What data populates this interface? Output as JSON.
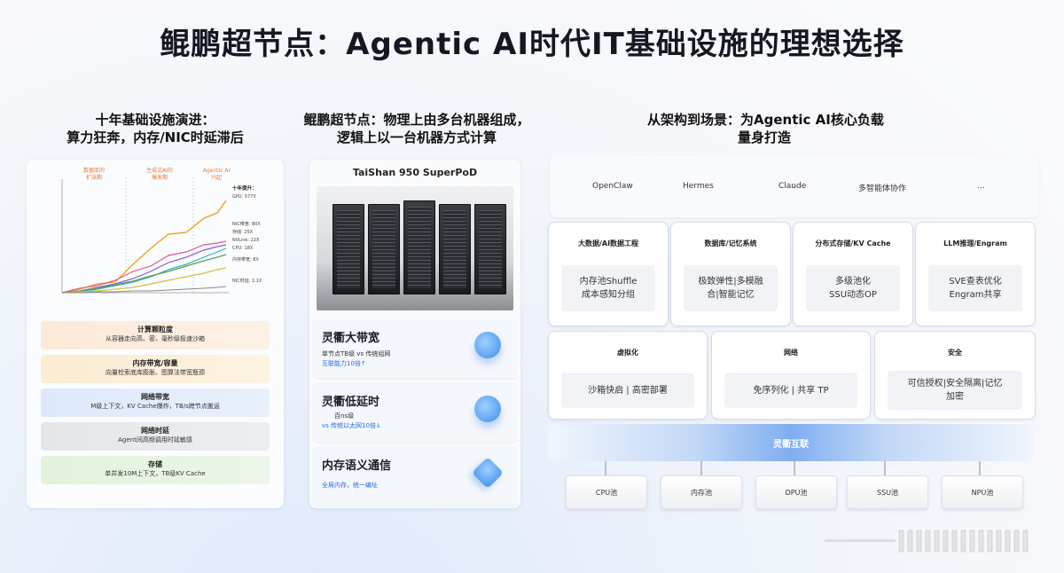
{
  "title": "鲲鹏超节点：Agentic AI时代IT基础设施的理想选择",
  "left": {
    "heading_line1": "十年基础设施演进：",
    "heading_line2": "算力狂奔，内存/NIC时延滞后",
    "chart": {
      "phase_labels": [
        {
          "line1": "数据库的",
          "line2": "扩张期"
        },
        {
          "line1": "生成式AI的",
          "line2": "爆发期"
        },
        {
          "line1": "Agentic AI",
          "line2": "兴起"
        }
      ],
      "right_labels": [
        "十年提升：",
        "GPU: 577X",
        "NIC带宽: 80X",
        "存储: 25X",
        "NVLink: 22X",
        "CPU: 18X",
        "内存带宽: 8X",
        "NIC时延: 1.1X"
      ]
    },
    "rows": [
      {
        "title": "计算颗粒度",
        "sub": "从容器走向高、密、毫秒级极速沙箱"
      },
      {
        "title": "内存带宽/容量",
        "sub": "向量检索底库膨胀、图算法带宽瓶颈"
      },
      {
        "title": "网络带宽",
        "sub": "M级上下文，KV Cache爆炸，TB/s跨节点搬运"
      },
      {
        "title": "网络时延",
        "sub": "Agent间高频调用时延敏感"
      },
      {
        "title": "存储",
        "sub": "单并发10M上下文，TB级KV Cache"
      }
    ]
  },
  "middle": {
    "heading_line1": "鲲鹏超节点：物理上由多台机器组成，",
    "heading_line2": "逻辑上以一台机器方式计算",
    "product": "TaiShan 950 SuperPoD",
    "features": [
      {
        "title": "灵衢大带宽",
        "sub1": "单节点TB级 vs 传统组网",
        "sub2": "互联能力10倍↑"
      },
      {
        "title": "灵衢低延时",
        "sub1": "百ns级",
        "sub2": "vs 传统以太网10倍↓"
      },
      {
        "title": "内存语义通信",
        "sub1": "",
        "sub2": "全局内存，统一编址"
      }
    ]
  },
  "right": {
    "heading_line1": "从架构到场景：为Agentic AI核心负载",
    "heading_line2": "量身打造",
    "top_items": [
      "OpenClaw",
      "Hermes",
      "Claude",
      "多智能体协作",
      "..."
    ],
    "cards_row1": [
      {
        "title": "大数据/AI数据工程",
        "line1": "内存池Shuffle",
        "line2": "成本感知分组"
      },
      {
        "title": "数据库/记忆系统",
        "line1": "极致弹性|多模融",
        "line2": "合|智能记忆"
      },
      {
        "title": "分布式存储/KV Cache",
        "line1": "多级池化",
        "line2": "SSU动态OP"
      },
      {
        "title": "LLM推理/Engram",
        "line1": "SVE查表优化",
        "line2": "Engram共享"
      }
    ],
    "cards_row2": [
      {
        "title": "虚拟化",
        "line1": "沙箱快启 | 高密部署",
        "line2": ""
      },
      {
        "title": "网络",
        "line1": "免序列化 | 共享 TP",
        "line2": ""
      },
      {
        "title": "安全",
        "line1": "可信授权|安全隔离|记忆",
        "line2": "加密"
      }
    ],
    "interconnect": "灵衢互联",
    "pools": [
      "CPU池",
      "内存池",
      "DPU池",
      "SSU池",
      "NPU池"
    ]
  }
}
